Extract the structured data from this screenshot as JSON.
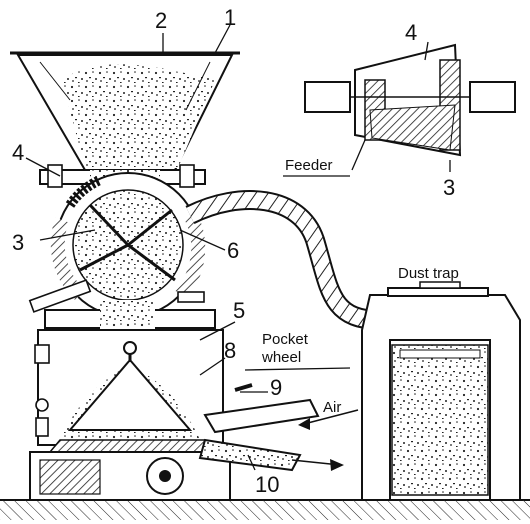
{
  "labels": {
    "n1": "1",
    "n2": "2",
    "n3": "3",
    "n4": "4",
    "n5": "5",
    "n6": "6",
    "n8": "8",
    "n9": "9",
    "n10": "10",
    "inset_4": "4",
    "inset_3": "3",
    "feeder": "Feeder",
    "dust_trap": "Dust trap",
    "pocket": "Pocket",
    "wheel": "wheel",
    "air": "Air"
  }
}
